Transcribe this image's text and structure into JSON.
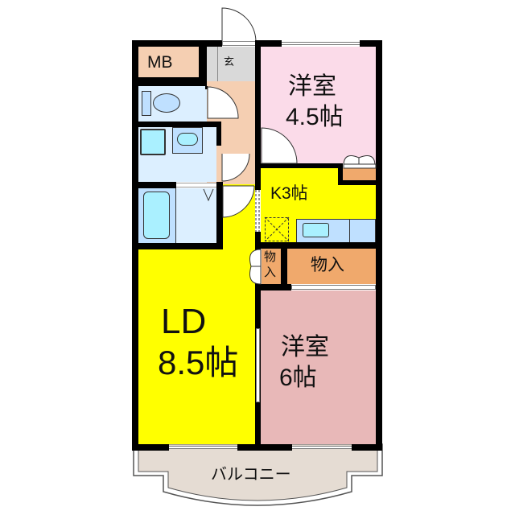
{
  "floorplan": {
    "rooms": [
      {
        "id": "mb",
        "label": "MB",
        "color": "#f5cfb2"
      },
      {
        "id": "genkan",
        "label": "玄",
        "color": "#d9d9d9"
      },
      {
        "id": "western-room-1",
        "label_line1": "洋室",
        "label_line2": "4.5帖",
        "color": "#fbdbe9"
      },
      {
        "id": "toilet",
        "label": "",
        "color": "#dcefff"
      },
      {
        "id": "washroom",
        "label": "",
        "color": "#dcefff"
      },
      {
        "id": "bathroom",
        "label": "",
        "color": "#dcefff"
      },
      {
        "id": "hallway",
        "label": "",
        "color": "#f5cfb2"
      },
      {
        "id": "kitchen",
        "label": "K3帖",
        "color": "#ffff00"
      },
      {
        "id": "storage-small",
        "label_line1": "物",
        "label_line2": "入",
        "color": "#f0a96c"
      },
      {
        "id": "storage",
        "label": "物入",
        "color": "#f0a96c"
      },
      {
        "id": "closet-room1",
        "label": "",
        "color": "#f0a96c"
      },
      {
        "id": "ld",
        "label_line1": "LD",
        "label_line2": "8.5帖",
        "color": "#ffff00"
      },
      {
        "id": "western-room-2",
        "label_line1": "洋室",
        "label_line2": "6帖",
        "color": "#e8b8b8"
      },
      {
        "id": "balcony",
        "label": "バルコニー",
        "color": "#e5dcd3"
      }
    ],
    "fixtures": {
      "tub_color": "#aaf0ff",
      "fixture_border": "#000000",
      "sink_bg": "#bfe0ff"
    },
    "wall_color": "#000000"
  }
}
